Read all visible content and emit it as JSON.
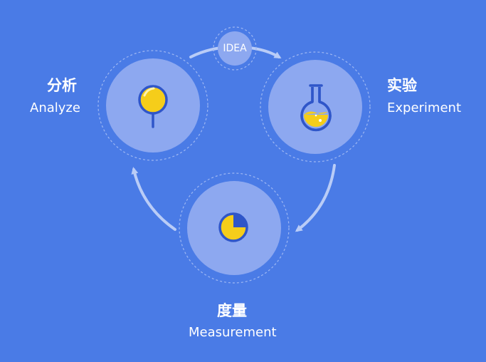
{
  "idea": {
    "label": "IDEA"
  },
  "nodes": {
    "analyze": {
      "title": "分析",
      "subtitle": "Analyze",
      "icon": "magnifier-pin-icon"
    },
    "experiment": {
      "title": "实验",
      "subtitle": "Experiment",
      "icon": "flask-icon"
    },
    "measurement": {
      "title": "度量",
      "subtitle": "Measurement",
      "icon": "pie-chart-icon"
    }
  },
  "colors": {
    "background": "#4a7be6",
    "circle_fill": "#8da8f0",
    "icon_yellow": "#f5cd1a",
    "icon_blue": "#2f56c9",
    "arrow": "#b9ccf7"
  }
}
